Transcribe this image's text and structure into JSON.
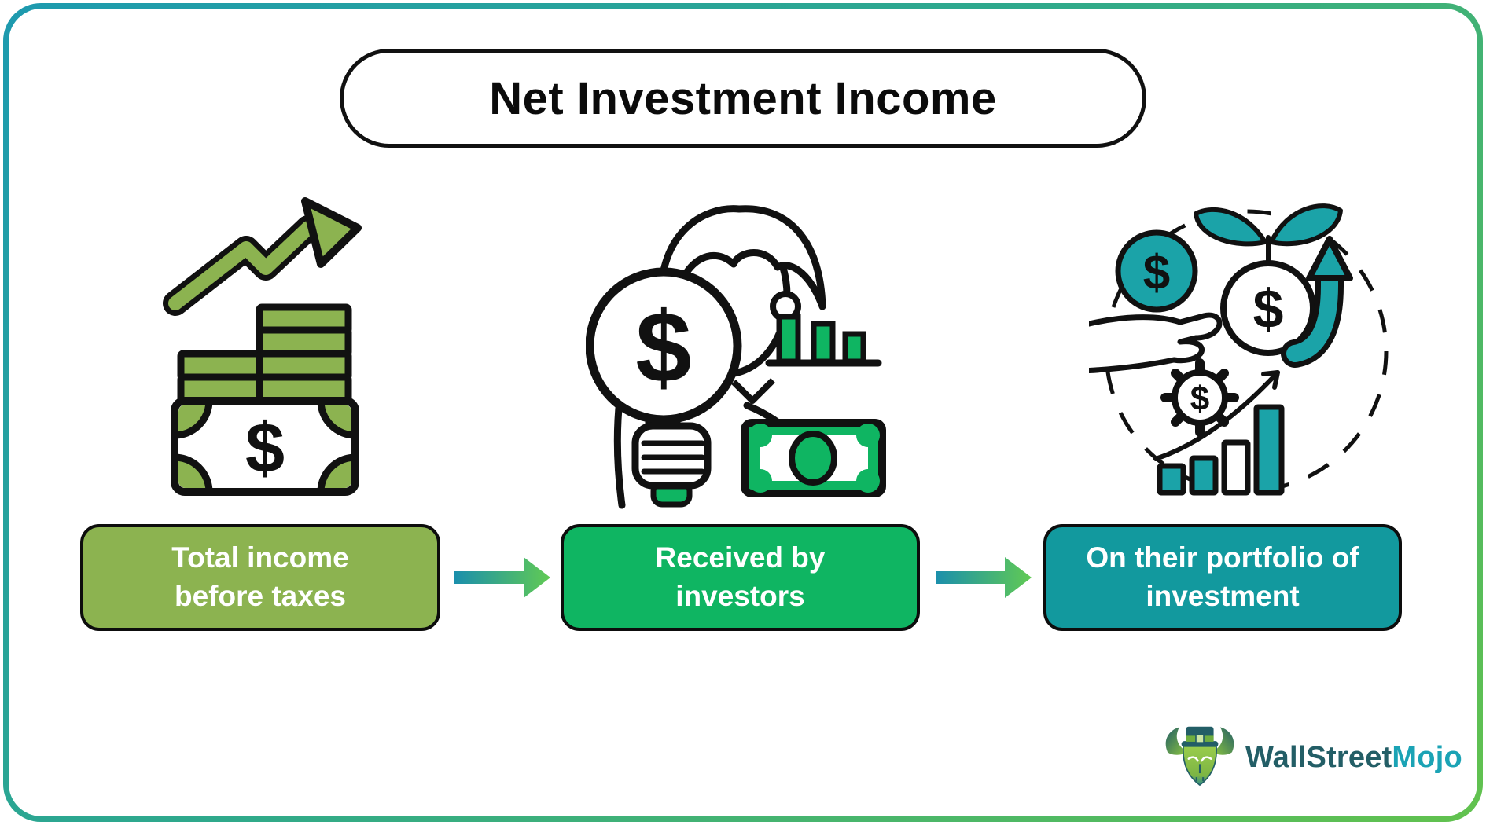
{
  "title": {
    "text": "Net Investment Income"
  },
  "flow": {
    "steps": [
      {
        "label": "Total income before taxes",
        "color": "#8CB350",
        "icon": "money-stack-growth-icon"
      },
      {
        "label": "Received by investors",
        "color": "#0FB562",
        "icon": "investor-magnifying-glass-icon"
      },
      {
        "label": "On their portfolio of investment",
        "color": "#12999E",
        "icon": "investment-portfolio-cycle-icon"
      }
    ]
  },
  "icons": {
    "dollar_glyph": "$"
  },
  "logo": {
    "brand_primary": "WallStreet",
    "brand_secondary": "Mojo"
  },
  "colors": {
    "outline": "#111111",
    "step1_fill": "#8CB350",
    "step2_fill": "#0FB562",
    "step3_fill": "#12999E",
    "icon3_teal": "#1BA3A8",
    "border_gradient_start": "#1D9AAF",
    "border_gradient_end": "#62C24E",
    "arrow_gradient_start": "#1B8FAC",
    "arrow_gradient_end": "#62CB52",
    "logo_primary": "#235E66",
    "logo_secondary": "#1BA3B5"
  }
}
